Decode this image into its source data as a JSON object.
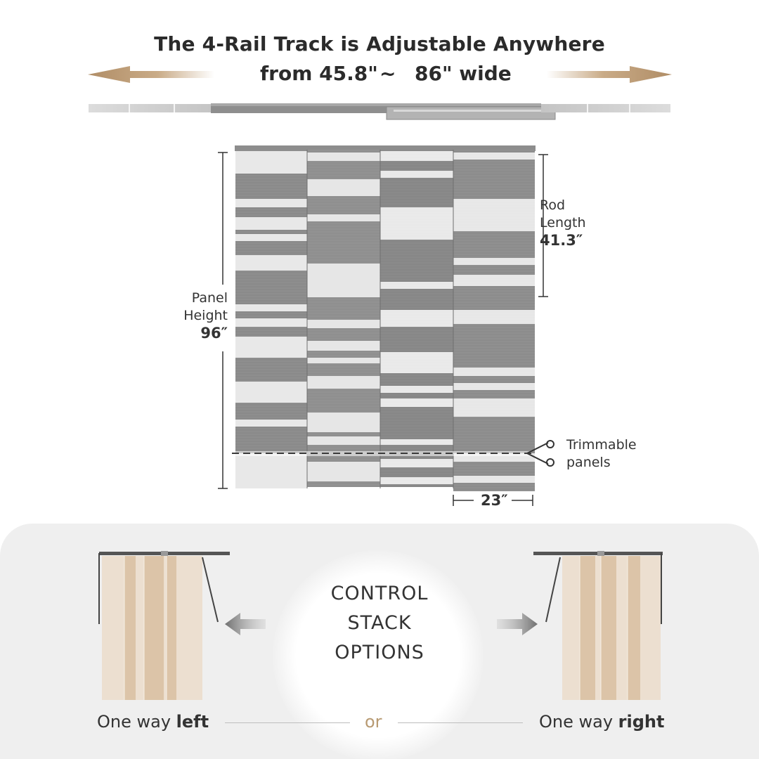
{
  "header": {
    "title_line1": "The 4-Rail Track is Adjustable Anywhere",
    "range_from": "from 45.8\"",
    "range_tilde": "~",
    "range_to": "86\" wide"
  },
  "dimensions": {
    "rod_label": "Rod",
    "rod_label2": "Length",
    "rod_value": "41.3″",
    "panel_label": "Panel",
    "panel_label2": "Height",
    "panel_value": "96″",
    "trim_label": "Trimmable",
    "trim_label2": "panels",
    "width_value": "23″"
  },
  "stack_options": {
    "center_line1": "CONTROL",
    "center_line2": "STACK",
    "center_line3": "OPTIONS",
    "left_text": "One way ",
    "left_bold": "left",
    "or_text": "or",
    "right_text": "One way ",
    "right_bold": "right"
  },
  "colors": {
    "arrow_gold": "#b08d66",
    "fabric_dark": "#8a8a8a",
    "fabric_light": "#e6e6e6",
    "beige_light": "#ecdfd0",
    "beige_dark": "#dcc4a8"
  },
  "icons": [
    "arrow-left-icon",
    "arrow-right-icon",
    "scissors-icon",
    "gray-arrow-left-icon",
    "gray-arrow-right-icon"
  ]
}
